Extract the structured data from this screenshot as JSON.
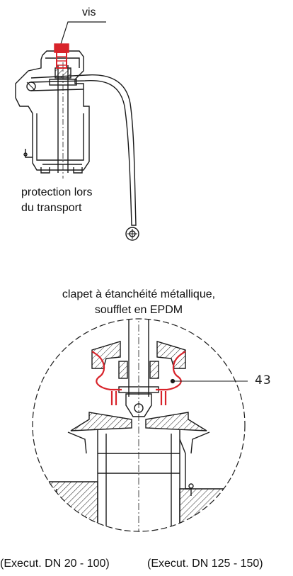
{
  "labels": {
    "vis": "vis",
    "protection_line1": "protection lors",
    "protection_line2": "du transport",
    "clapet_line1": "clapet à étanchéité métallique,",
    "clapet_line2": "soufflet en EPDM",
    "part_number": "43",
    "exec_left": "(Execut. DN 20 - 100)",
    "exec_right": "(Execut. DN 125 - 150)"
  },
  "colors": {
    "line": "#1a1a1a",
    "highlight_red": "#d8232a",
    "background": "#ffffff"
  }
}
